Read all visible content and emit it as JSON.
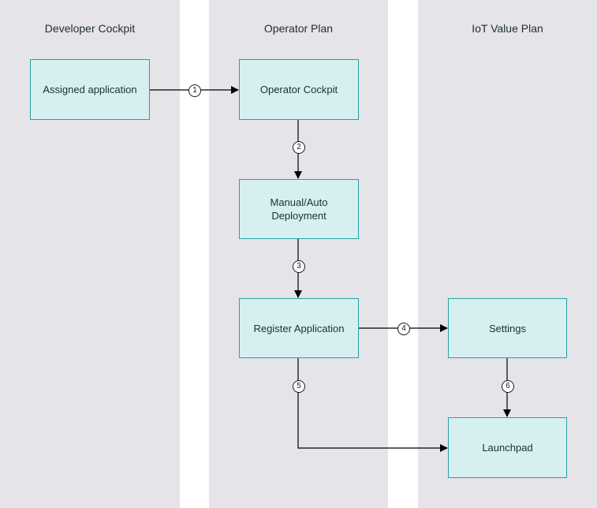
{
  "lanes": [
    {
      "title": "Developer Cockpit"
    },
    {
      "title": "Operator Plan"
    },
    {
      "title": "IoT Value Plan"
    }
  ],
  "nodes": {
    "assigned_application": "Assigned application",
    "operator_cockpit": "Operator Cockpit",
    "manual_auto_deployment": "Manual/Auto\nDeployment",
    "register_application": "Register Application",
    "settings": "Settings",
    "launchpad": "Launchpad"
  },
  "steps": [
    "1",
    "2",
    "3",
    "4",
    "5",
    "6"
  ],
  "colors": {
    "lane_background": "#e5e4e9",
    "box_fill": "#d6f0f1",
    "box_border": "#2aa0a4",
    "connector": "#000000"
  }
}
